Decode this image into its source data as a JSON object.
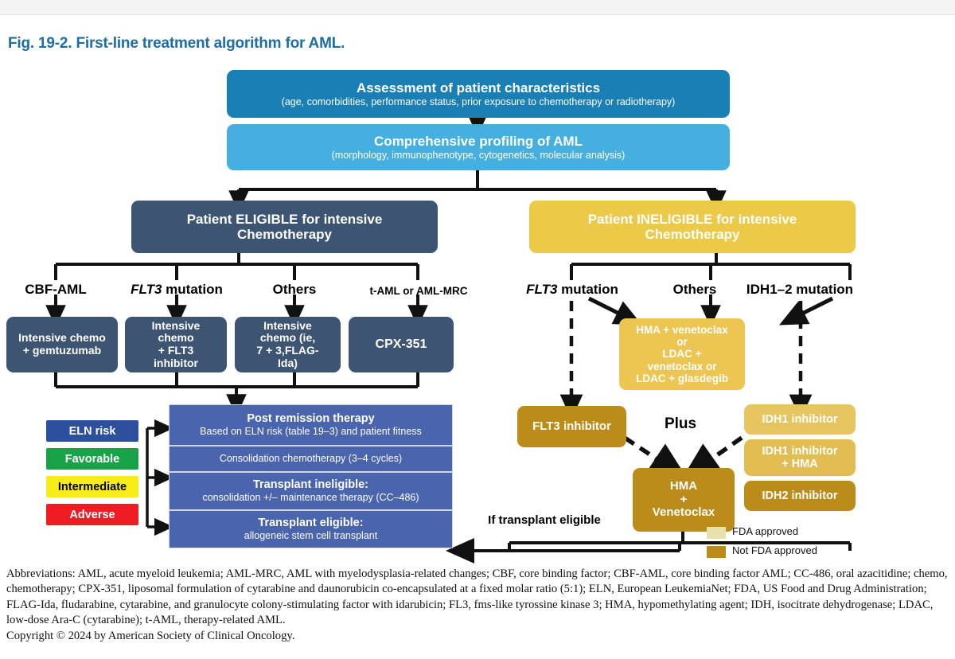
{
  "figure": {
    "number": "Fig. 19-2.",
    "caption": "First-line treatment algorithm for AML.",
    "accent_color": "#1c6ea4"
  },
  "top_flow": [
    {
      "id": "assessment",
      "title": "Assessment of patient characteristics",
      "subtitle": "(age, comorbidities, performance status, prior exposure to chemotherapy or radiotherapy)",
      "color": "#1a7fb5"
    },
    {
      "id": "profiling",
      "title": "Comprehensive profiling of AML",
      "subtitle": "(morphology, immunophenotype, cytogenetics, molecular analysis)",
      "color": "#45b0e0"
    }
  ],
  "branches": {
    "eligible": {
      "title_line1": "Patient ELIGIBLE for intensive",
      "title_line2": "Chemotherapy",
      "color": "#3d5573",
      "subgroups": [
        {
          "label": "CBF-AML",
          "italic_prefix": ""
        },
        {
          "label": "mutation",
          "italic_prefix": "FLT3"
        },
        {
          "label": "Others",
          "italic_prefix": ""
        },
        {
          "label": "t-AML or AML-MRC",
          "italic_prefix": ""
        }
      ],
      "treatments": [
        {
          "text": "Intensive chemo + gemtuzumab",
          "lines": [
            "Intensive chemo",
            "+ gemtuzumab"
          ]
        },
        {
          "text": "Intensive chemo + FLT3 inhibitor",
          "lines": [
            "Intensive",
            "chemo",
            "+ FLT3",
            "inhibitor"
          ]
        },
        {
          "text": "Intensive chemo (ie, 7 + 3,FLAG-Ida)",
          "lines": [
            "Intensive",
            "chemo (ie,",
            "7 + 3,FLAG-",
            "Ida)"
          ]
        },
        {
          "text": "CPX-351",
          "lines": [
            "CPX-351"
          ]
        }
      ]
    },
    "ineligible": {
      "title_line1": "Patient INELIGIBLE for intensive",
      "title_line2": "Chemotherapy",
      "color": "#ecc947",
      "subgroups": [
        {
          "label": "mutation",
          "italic_prefix": "FLT3"
        },
        {
          "label": "Others",
          "italic_prefix": ""
        },
        {
          "label": "IDH1–2 mutation",
          "italic_prefix": ""
        }
      ],
      "hma_box": {
        "lines": [
          "HMA + venetoclax",
          "or",
          "LDAC +",
          "venetoclax or",
          "LDAC + glasdegib"
        ],
        "color": "#edc552"
      },
      "targeted": [
        {
          "id": "flt3-inhibitor",
          "label": "FLT3 inhibitor",
          "color": "#bb8c1a",
          "approved": false
        },
        {
          "id": "idh1-inhibitor",
          "label": "IDH1 inhibitor",
          "color": "#e7c55e",
          "approved": true
        },
        {
          "id": "idh1-inhibitor-hma",
          "lines": [
            "IDH1 inhibitor",
            "+ HMA"
          ],
          "label": "IDH1 inhibitor + HMA",
          "color": "#e2bd52",
          "approved": true
        },
        {
          "id": "idh2-inhibitor",
          "label": "IDH2 inhibitor",
          "color": "#bb8c1a",
          "approved": false
        }
      ],
      "plus_label": "Plus",
      "hma_ven_box": {
        "lines": [
          "HMA",
          "+",
          "Venetoclax"
        ],
        "color": "#bb8c1a"
      }
    }
  },
  "eln_legend": {
    "title": "ELN risk",
    "title_bg": "#2c4f9e",
    "title_fg": "#ffffff",
    "items": [
      {
        "label": "Favorable",
        "bg": "#18a348",
        "fg": "#ffffff"
      },
      {
        "label": "Intermediate",
        "bg": "#f7ec18",
        "fg": "#000000"
      },
      {
        "label": "Adverse",
        "bg": "#ee1d24",
        "fg": "#ffffff"
      }
    ]
  },
  "post_remission": {
    "header_title": "Post remission therapy",
    "header_sub": "Based on ELN risk (table 19–3) and patient fitness",
    "rows": [
      {
        "title": "",
        "sub": "Consolidation chemotherapy (3–4 cycles)"
      },
      {
        "title": "Transplant ineligible:",
        "sub": "consolidation +/– maintenance therapy (CC–486)"
      },
      {
        "title": "Transplant eligible:",
        "sub": "allogeneic stem cell transplant"
      }
    ],
    "color": "#4a64ad"
  },
  "transplant_arrow_label": "If transplant eligible",
  "fda_legend": [
    {
      "label": "FDA approved",
      "color": "#e9e1ab"
    },
    {
      "label": "Not FDA approved",
      "color": "#bb8c1a"
    }
  ],
  "footnote": {
    "abbreviations": "Abbreviations: AML, acute myeloid leukemia; AML-MRC, AML with myelodysplasia-related changes; CBF, core binding factor; CBF-AML, core binding factor AML; CC-486, oral azacitidine; chemo, chemotherapy; CPX-351, liposomal formulation of cytarabine and daunorubicin co-encapsulated at a fixed molar ratio (5:1); ELN, European LeukemiaNet; FDA, US Food and Drug Administration; FLAG-Ida, fludarabine, cytarabine, and granulocyte colony-stimulating factor with idarubicin; FL3, fms-like tyrossine kinase 3; HMA, hypomethylating agent; IDH, isocitrate dehydrogenase; LDAC, low-dose Ara-C (cytarabine); t-AML, therapy-related AML.",
    "copyright": "Copyright © 2024 by American Society of Clinical Oncology."
  }
}
